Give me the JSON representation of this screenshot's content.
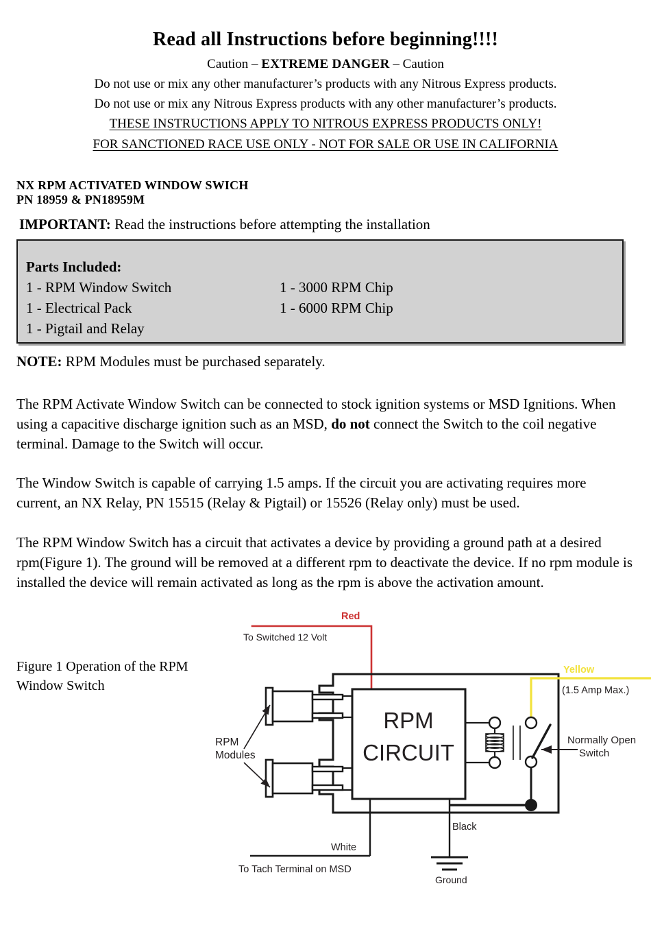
{
  "header": {
    "title": "Read all Instructions before beginning!!!!",
    "caution_prefix": "Caution – ",
    "caution_danger": "EXTREME DANGER",
    "caution_suffix": " – Caution",
    "line1": "Do not use or mix any other manufacturer’s products with any Nitrous Express products.",
    "line2": "Do not use or mix any Nitrous Express products with any other manufacturer’s products.",
    "line3": "THESE INSTRUCTIONS APPLY TO NITROUS EXPRESS PRODUCTS ONLY!",
    "line4": "FOR SANCTIONED RACE USE ONLY - NOT FOR SALE OR USE IN CALIFORNIA"
  },
  "product": {
    "title": "NX RPM ACTIVATED WINDOW SWICH",
    "part_numbers": "PN 18959 & PN18959M",
    "important_label": "IMPORTANT:",
    "important_text": " Read the instructions before attempting the installation"
  },
  "parts_box": {
    "heading": "Parts Included:",
    "left_items": [
      "1 - RPM Window Switch",
      "1 - Electrical Pack",
      "1 - Pigtail and Relay"
    ],
    "right_items": [
      "1 - 3000 RPM Chip",
      "1 - 6000 RPM Chip"
    ],
    "background_color": "#d2d2d2",
    "border_color": "#1a1a1a"
  },
  "body": {
    "note_label": "NOTE:",
    "note_text": " RPM Modules must be purchased separately.",
    "para1_a": "The RPM Activate Window Switch can be connected to stock ignition systems or MSD Ignitions. When using a capacitive discharge ignition such as an MSD, ",
    "para1_bold": "do not",
    "para1_b": " connect the Switch to the coil negative terminal. Damage to the Switch will occur.",
    "para2": "The Window Switch is capable of carrying 1.5 amps. If the circuit you are activating requires more current, an NX Relay, PN 15515 (Relay & Pigtail) or 15526 (Relay only) must be used.",
    "para3": "The RPM Window Switch has a circuit that activates a device by providing a ground path at a desired rpm(Figure 1). The ground will be removed at a different rpm to deactivate the device. If no rpm module is installed the device will remain activated as long as the rpm is above the activation amount."
  },
  "figure": {
    "caption": "Figure 1 Operation of the RPM Window Switch",
    "labels": {
      "red": "Red",
      "to_switched_12v": "To Switched 12 Volt",
      "yellow": "Yellow",
      "amp_max": "(1.5 Amp Max.)",
      "rpm_modules": "RPM\nModules",
      "rpm_modules_line1": "RPM",
      "rpm_modules_line2": "Modules",
      "circuit_line1": "RPM",
      "circuit_line2": "CIRCUIT",
      "normally_open_line1": "Normally Open",
      "normally_open_line2": "Switch",
      "black": "Black",
      "ground": "Ground",
      "white": "White",
      "to_tach": "To Tach Terminal on MSD"
    },
    "colors": {
      "red_wire": "#cc3333",
      "yellow_wire": "#f2e23c",
      "outline": "#1a1a1a",
      "text": "#231f20"
    }
  }
}
